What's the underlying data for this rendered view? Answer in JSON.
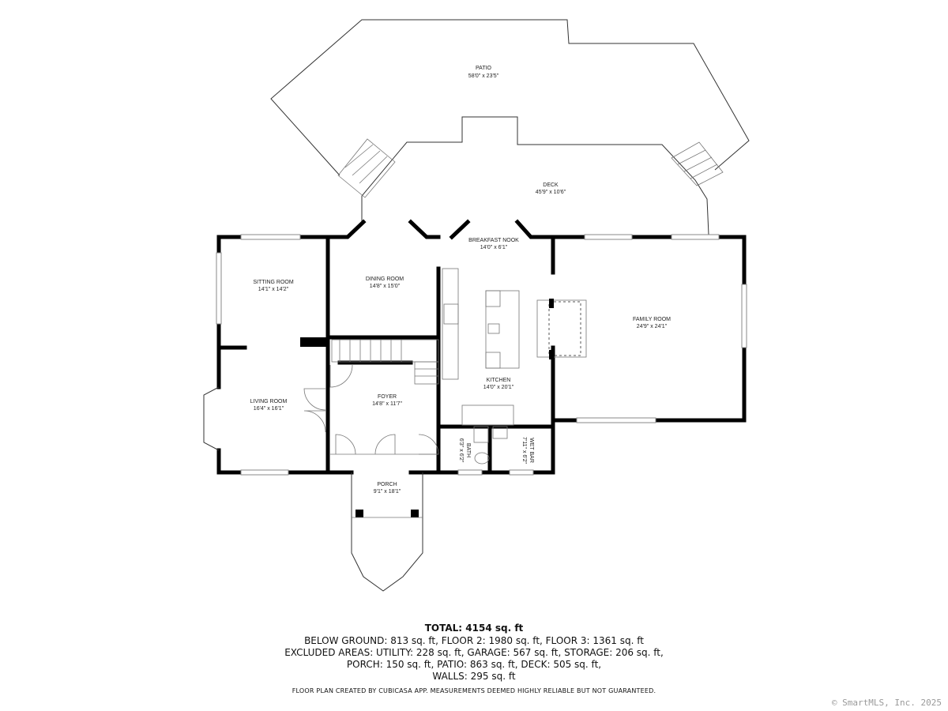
{
  "rooms": {
    "patio": {
      "name": "PATIO",
      "dims": "58'0\" x 23'5\""
    },
    "deck": {
      "name": "DECK",
      "dims": "45'9\" x 10'6\""
    },
    "breakfast_nook": {
      "name": "BREAKFAST NOOK",
      "dims": "14'0\" x 6'1\""
    },
    "sitting_room": {
      "name": "SITTING ROOM",
      "dims": "14'1\" x 14'2\""
    },
    "dining_room": {
      "name": "DINING ROOM",
      "dims": "14'8\" x 15'0\""
    },
    "family_room": {
      "name": "FAMILY ROOM",
      "dims": "24'9\" x 24'1\""
    },
    "kitchen": {
      "name": "KITCHEN",
      "dims": "14'0\" x 20'1\""
    },
    "living_room": {
      "name": "LIVING ROOM",
      "dims": "16'4\" x 16'1\""
    },
    "foyer": {
      "name": "FOYER",
      "dims": "14'8\" x 11'7\""
    },
    "bath": {
      "name": "BATH",
      "dims": "6'3\" x 6'2\""
    },
    "wet_bar": {
      "name": "WET BAR",
      "dims": "7'11\" x 6'2\""
    },
    "porch": {
      "name": "PORCH",
      "dims": "9'1\" x 18'1\""
    }
  },
  "summary": {
    "total": "TOTAL: 4154 sq. ft",
    "lines": [
      "BELOW GROUND: 813 sq. ft, FLOOR 2: 1980 sq. ft, FLOOR 3: 1361 sq. ft",
      "EXCLUDED AREAS: UTILITY: 228 sq. ft, GARAGE: 567 sq. ft, STORAGE: 206 sq. ft,",
      "PORCH: 150 sq. ft, PATIO: 863 sq. ft, DECK: 505 sq. ft,",
      "WALLS: 295 sq. ft"
    ],
    "disclaimer": "FLOOR PLAN CREATED BY CUBICASA APP. MEASUREMENTS DEEMED HIGHLY RELIABLE BUT NOT GUARANTEED."
  },
  "watermark": "© SmartMLS, Inc. 2025"
}
